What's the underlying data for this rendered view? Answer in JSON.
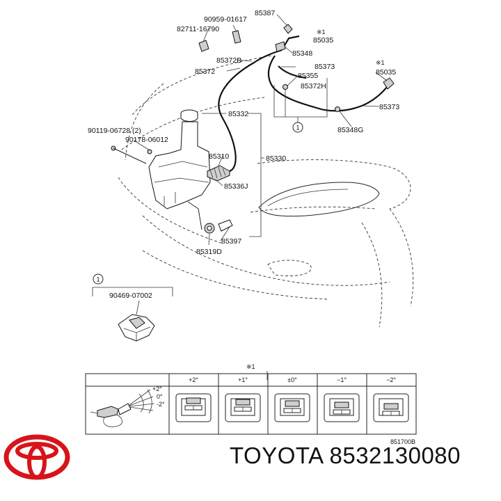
{
  "parts": {
    "p85387": "85387",
    "p90959": "90959-01617",
    "p82711": "82711-16790",
    "p85035a": "85035",
    "p85348": "85348",
    "p85372b": "85372B",
    "p85373a": "85373",
    "p85035b": "85035",
    "p85372": "85372",
    "p85355": "85355",
    "p85372h": "85372H",
    "p85373b": "85373",
    "p85332": "85332",
    "p85348g": "85348G",
    "p90119": "90119-06728 (2)",
    "p90178": "90178-06012",
    "p85310": "85310",
    "p85330": "85330",
    "p85336j": "85336J",
    "p85397": "85397",
    "p85319d": "85319D",
    "p90469": "90469-07002"
  },
  "marks": {
    "note1a": "※1",
    "note1b": "※1",
    "note1c": "※1",
    "circle1a": "1",
    "circle1b": "1"
  },
  "table": {
    "headers": [
      "+2°",
      "+1°",
      "±0°",
      "−1°",
      "−2°"
    ],
    "angle_labels": [
      "+2°",
      "0°",
      "-2°"
    ]
  },
  "diagram_code": "851700B",
  "brand": "TOYOTA",
  "part_number": "8532130080",
  "colors": {
    "logo_red": "#d7141a",
    "ink": "#111111"
  }
}
